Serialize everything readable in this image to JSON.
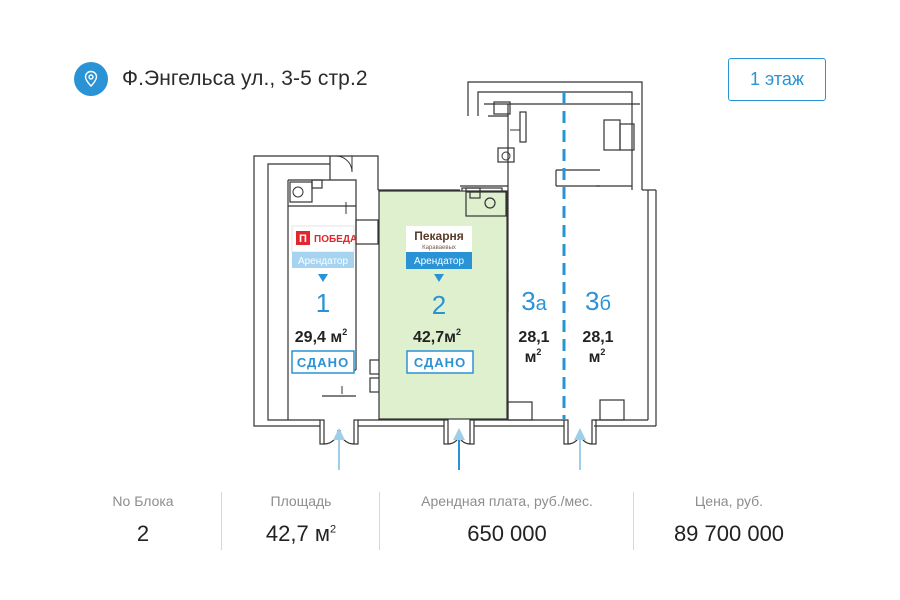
{
  "header": {
    "address": "Ф.Энгельса ул., 3-5 стр.2",
    "floor_button": "1 этаж"
  },
  "plan": {
    "tenant_label": "Арендатор",
    "rented_label": "СДАНО",
    "units": [
      {
        "number": "1",
        "area": "29,4 м",
        "area_sup": "2",
        "logo_text": "ПОБЕДА",
        "logo_mark": "П",
        "status": "rented"
      },
      {
        "number": "2",
        "area": "42,7м",
        "area_sup": "2",
        "logo_text": "Пекарня",
        "logo_sub": "Караваевых",
        "status": "rented",
        "selected": true
      },
      {
        "number": "3",
        "suffix": "а",
        "area_line1": "28,1",
        "area_line2": "м",
        "area_sup": "2",
        "status": "free"
      },
      {
        "number": "3",
        "suffix": "б",
        "area_line1": "28,1",
        "area_line2": "м",
        "area_sup": "2",
        "status": "free"
      }
    ],
    "colors": {
      "accent": "#2a93d5",
      "selected_fill": "#dff0cf",
      "wall": "#333333",
      "entrance_arrow": "#9fcfe8"
    }
  },
  "stats": [
    {
      "label": "No Блока",
      "value": "2"
    },
    {
      "label": "Площадь",
      "value": "42,7 м",
      "value_sup": "2"
    },
    {
      "label": "Арендная плата, руб./мес.",
      "value": "650 000"
    },
    {
      "label": "Цена, руб.",
      "value": "89 700 000"
    }
  ]
}
